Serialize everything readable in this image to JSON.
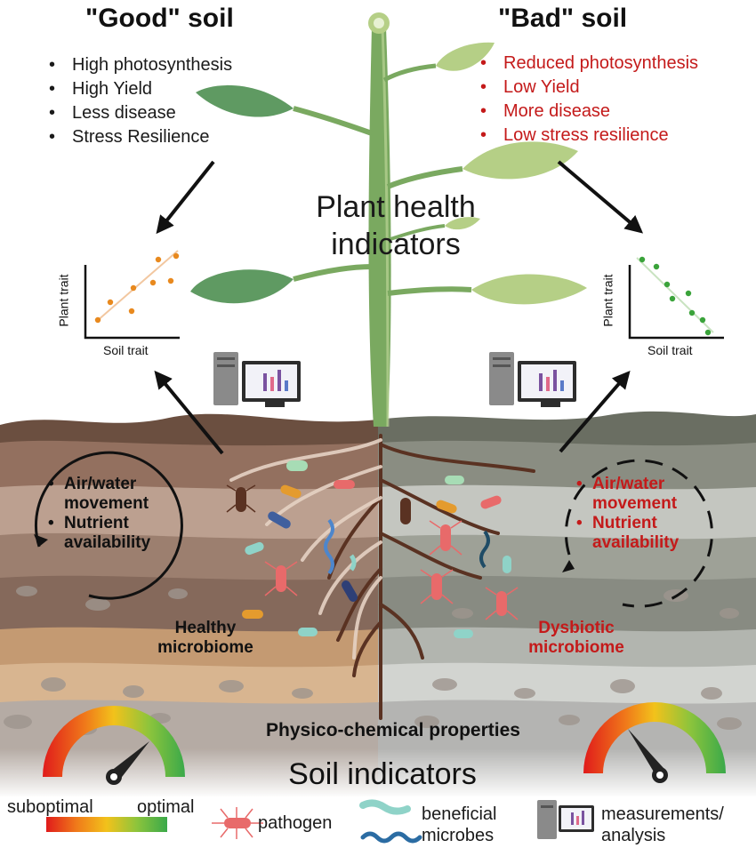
{
  "good": {
    "heading": "\"Good\" soil",
    "traits": [
      "High photosynthesis",
      "High Yield",
      "Less disease",
      "Stress Resilience"
    ],
    "soil_processes": [
      "Air/water movement",
      "Nutrient availability"
    ],
    "microbiome": "Healthy microbiome",
    "plot": {
      "xlabel": "Soil trait",
      "ylabel": "Plant trait",
      "dot_color": "#e8891e"
    }
  },
  "bad": {
    "heading": "\"Bad\" soil",
    "traits": [
      "Reduced photosynthesis",
      "Low Yield",
      "More disease",
      "Low stress resilience"
    ],
    "soil_processes": [
      "Air/water movement",
      "Nutrient availability"
    ],
    "microbiome": "Dysbiotic microbiome",
    "plot": {
      "xlabel": "Soil trait",
      "ylabel": "Plant trait",
      "dot_color": "#3aa33a"
    }
  },
  "center": {
    "plant_label": "Plant health indicators",
    "physico_label": "Physico-chemical properties",
    "soil_label": "Soil indicators"
  },
  "legend": {
    "gradient_low": "suboptimal",
    "gradient_high": "optimal",
    "pathogen": "pathogen",
    "beneficial": "beneficial microbes",
    "measurements": "measurements/ analysis"
  },
  "colors": {
    "bad_text": "#c41a1a",
    "leaf_dark": "#5f9a62",
    "leaf_light": "#b5cf86",
    "stem": "#7aa960",
    "root": "#5a3222",
    "pathogen": "#e86a6a",
    "beneficial": "#8fd3c8"
  }
}
